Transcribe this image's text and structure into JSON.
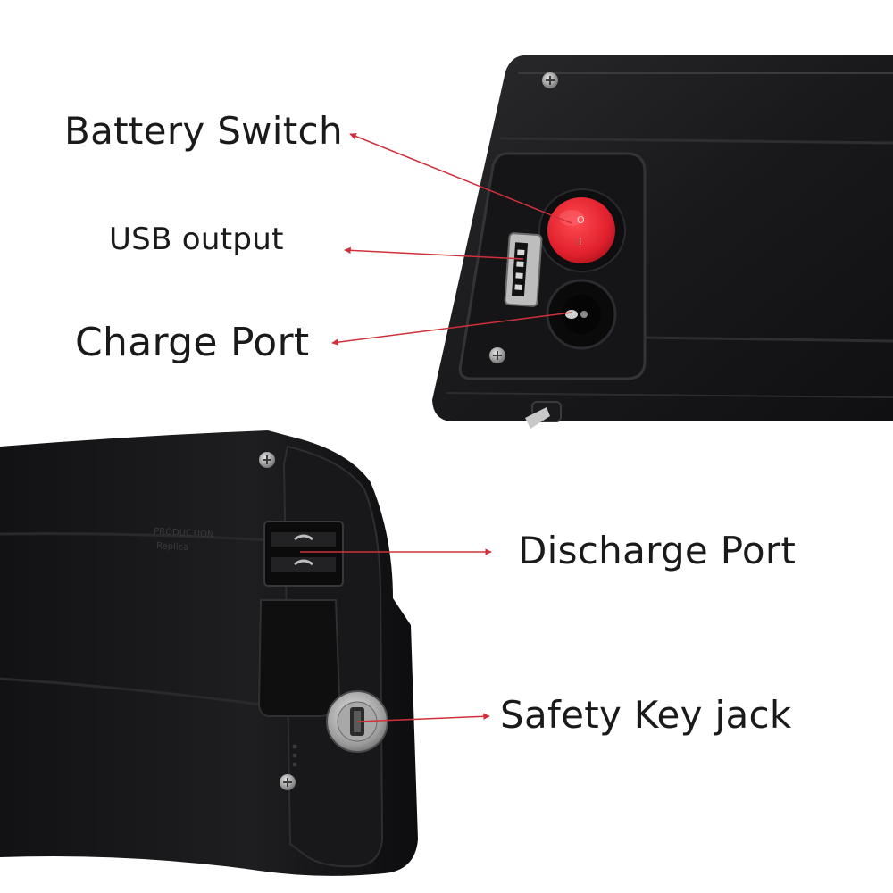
{
  "labels": {
    "battery_switch": "Battery Switch",
    "usb_output": "USB output",
    "charge_port": "Charge Port",
    "discharge_port": "Discharge Port",
    "safety_key_jack": "Safety Key jack"
  },
  "switch_marks": {
    "on": "O",
    "off": "I"
  },
  "embossed_text": {
    "line1": "PRODUCTION",
    "line2": "Replica"
  },
  "colors": {
    "background": "#ffffff",
    "battery_body": "#1c1c1e",
    "switch_red": "#e0202c",
    "pointer_line": "#d0303a",
    "label_text": "#1a1a1a"
  }
}
